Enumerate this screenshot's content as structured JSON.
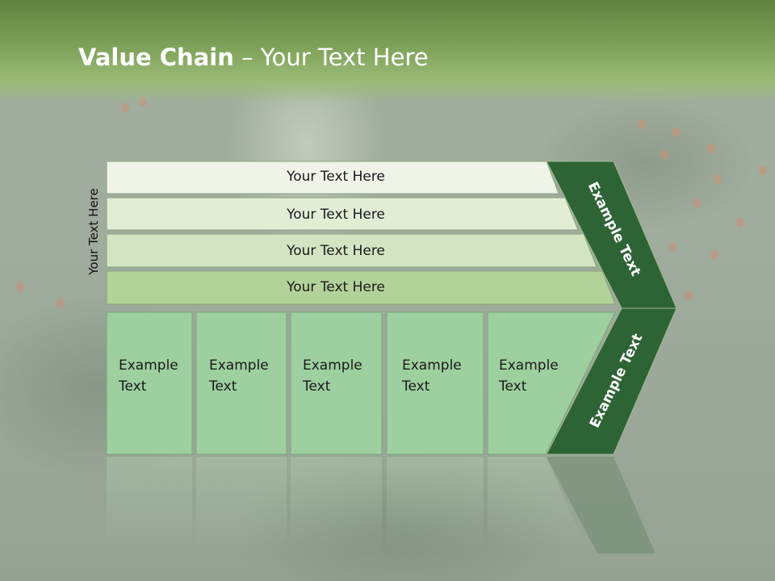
{
  "slide": {
    "title_bold": "Value Chain",
    "title_rest": " – Your Text Here",
    "side_label": "Your Text Here",
    "bands": [
      {
        "label": "Your Text Here",
        "color": "#eef4e8"
      },
      {
        "label": "Your Text Here",
        "color": "#e2edd6"
      },
      {
        "label": "Your Text Here",
        "color": "#d3e4c3"
      },
      {
        "label": "Your Text Here",
        "color": "#b3d29a"
      }
    ],
    "cells": [
      {
        "line1": "Example",
        "line2": "Text"
      },
      {
        "line1": "Example",
        "line2": "Text"
      },
      {
        "line1": "Example",
        "line2": "Text"
      },
      {
        "line1": "Example",
        "line2": "Text"
      },
      {
        "line1": "Example",
        "line2": "Text"
      }
    ],
    "chevron_top_label": "Example Text",
    "chevron_bottom_label": "Example Text",
    "colors": {
      "header_green": "#6f9350",
      "chevron_dark": "#2e6335",
      "cell_green": "#9ecf9f"
    }
  }
}
